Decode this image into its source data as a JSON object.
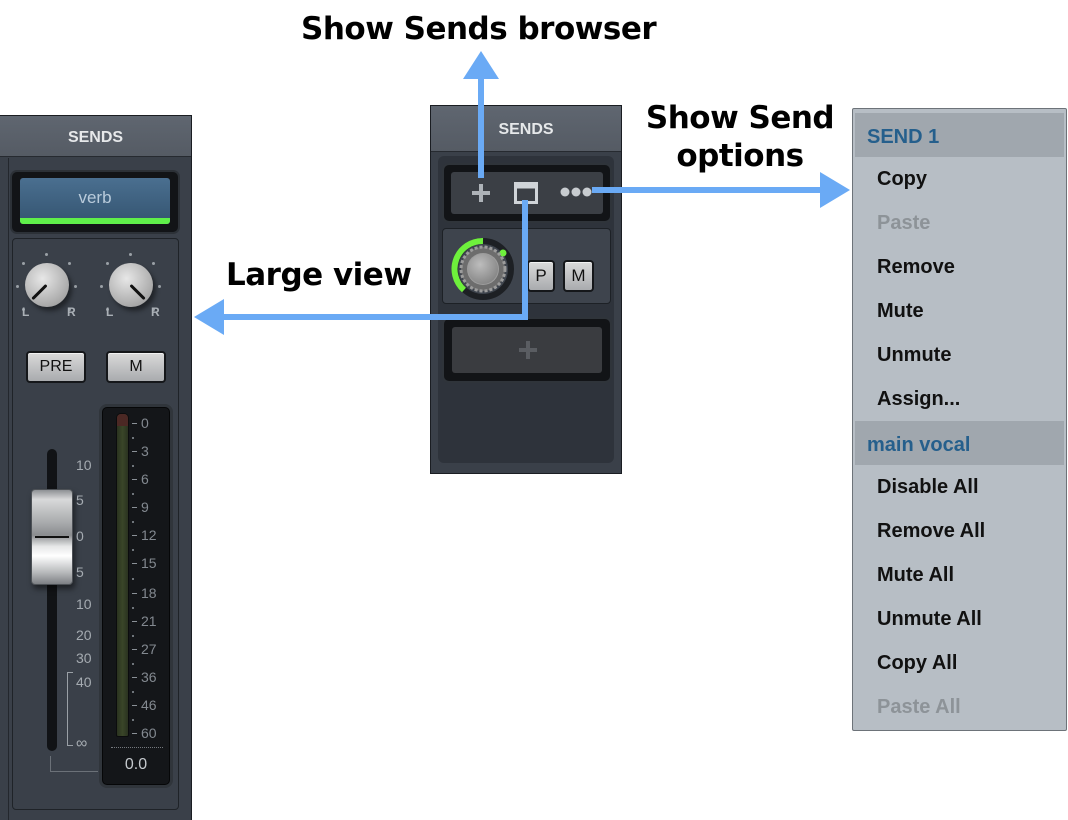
{
  "annotations": {
    "sends_browser": "Show Sends browser",
    "send_options_line1": "Show Send",
    "send_options_line2": "options",
    "large_view": "Large view",
    "arrow_color": "#6aaaf5"
  },
  "large_view_panel": {
    "header": "SENDS",
    "send_name": "verb",
    "send_active_color": "#5ff04a",
    "pan_knob_left": {
      "label_l": "L",
      "label_r": "R"
    },
    "pan_knob_right": {
      "label_l": "L",
      "label_r": "R"
    },
    "pre_button": "PRE",
    "mute_button": "M",
    "fader_scale": [
      "10",
      "5",
      "0",
      "5",
      "10",
      "20",
      "30",
      "40",
      "∞"
    ],
    "meter_scale": [
      "0",
      "3",
      "6",
      "9",
      "12",
      "15",
      "18",
      "21",
      "27",
      "36",
      "46",
      "60"
    ],
    "level_value": "0.0"
  },
  "compact_panel": {
    "header": "SENDS",
    "toolbar": {
      "add_icon": "plus-icon",
      "large_view_icon": "window-icon",
      "options_icon": "ellipsis-icon"
    },
    "send_row": {
      "level_ring_color": "#6ef03c",
      "pre_button": "P",
      "mute_button": "M"
    },
    "add_send_icon": "plus-icon"
  },
  "context_menu": {
    "section1_title": "SEND 1",
    "section1_items": [
      {
        "label": "Copy",
        "enabled": true
      },
      {
        "label": "Paste",
        "enabled": false
      },
      {
        "label": "Remove",
        "enabled": true
      },
      {
        "label": "Mute",
        "enabled": true
      },
      {
        "label": "Unmute",
        "enabled": true
      },
      {
        "label": "Assign...",
        "enabled": true
      }
    ],
    "section2_title": "main vocal",
    "section2_items": [
      {
        "label": "Disable All",
        "enabled": true
      },
      {
        "label": "Remove All",
        "enabled": true
      },
      {
        "label": "Mute All",
        "enabled": true
      },
      {
        "label": "Unmute All",
        "enabled": true
      },
      {
        "label": "Copy All",
        "enabled": true
      },
      {
        "label": "Paste All",
        "enabled": false
      }
    ],
    "title_color": "#255f8c"
  }
}
